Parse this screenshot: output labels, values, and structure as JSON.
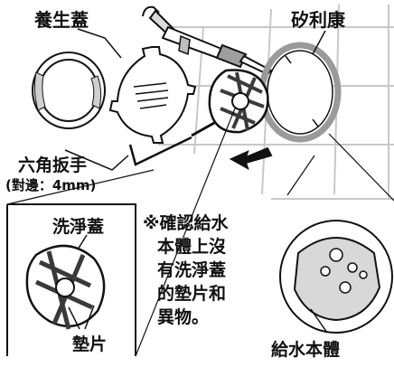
{
  "labels": {
    "curing_cover": "養生蓋",
    "silicone": "矽利康",
    "hex_wrench": "六角扳手",
    "hex_wrench_size": "(對邊：4mm)",
    "wash_cover": "洗淨蓋",
    "gasket": "墊片",
    "note": [
      "※確認給水",
      "本體上沒",
      "有洗淨蓋",
      "的墊片和",
      "異物。"
    ],
    "water_body": "給水本體"
  },
  "colors": {
    "line": "#111111",
    "tile_grid": "#c8c8c8",
    "silicone_ring": "#9a9a9a",
    "part_gray": "#bdbdbd",
    "part_dark": "#3a3a3a",
    "background": "#ffffff"
  }
}
